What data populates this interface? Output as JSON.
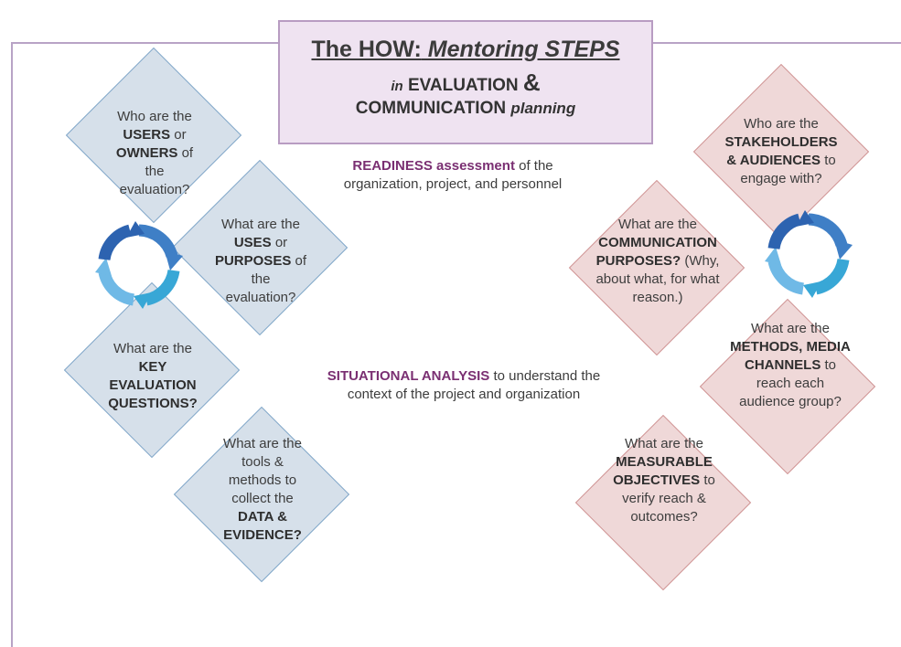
{
  "title": {
    "part1": "The HOW:",
    "part2": " Mentoring STEPS",
    "line2_in": "in",
    "line2_main": "EVALUATION",
    "line2_amp": "&",
    "line3_main": "COMMUNICATION",
    "line3_end": "planning"
  },
  "readiness": {
    "bold": "READINESS assessment",
    "rest1": " of the",
    "line2": "organization, project, and personnel"
  },
  "situational": {
    "bold": "SITUATIONAL ANALYSIS",
    "rest1": " to understand the",
    "line2": "context of the project and organization"
  },
  "evaluation": {
    "users": {
      "l1": "Who are the",
      "b1": "USERS",
      "l2": " or",
      "b2": "OWNERS",
      "l3": " of",
      "l4": "the",
      "l5": "evaluation?"
    },
    "uses": {
      "l1": "What are the",
      "b1": "USES",
      "l2": " or",
      "b2": "PURPOSES",
      "l3": " of",
      "l4": "the",
      "l5": "evaluation?"
    },
    "questions": {
      "l1": "What are the",
      "b1": "KEY",
      "b2": "EVALUATION",
      "b3": "QUESTIONS?"
    },
    "tools": {
      "l1": "What are the",
      "l2": "tools &",
      "l3": "methods to",
      "l4": "collect the",
      "b1": "DATA &",
      "b2": "EVIDENCE?"
    }
  },
  "communication": {
    "stakeholders": {
      "l1": "Who are the",
      "b1": "STAKEHOLDERS",
      "b2": "& AUDIENCES",
      "l2": " to",
      "l3": "engage with?"
    },
    "purposes": {
      "l1": "What are the",
      "b1": "COMMUNICATION",
      "b2": "PURPOSES?",
      "l2": " (Why,",
      "l3": "about what, for what",
      "l4": "reason.)"
    },
    "methods": {
      "l1": "What are the",
      "b1": "METHODS, MEDIA",
      "b2": "CHANNELS",
      "l2": " to",
      "l3": "reach each",
      "l4": "audience group?"
    },
    "objectives": {
      "l1": "What are the",
      "b1": "MEASURABLE",
      "b2": "OBJECTIVES",
      "l2": "  to",
      "l3": "verify reach &",
      "l4": "outcomes?"
    }
  },
  "colors": {
    "blue_fill": "#d6e0ea",
    "blue_border": "#7fa6c8",
    "pink_fill": "#efd8d8",
    "pink_border": "#cf9393",
    "accent": "#7a2f72"
  },
  "icons": [
    "refresh-cycle-icon",
    "refresh-cycle-icon"
  ]
}
